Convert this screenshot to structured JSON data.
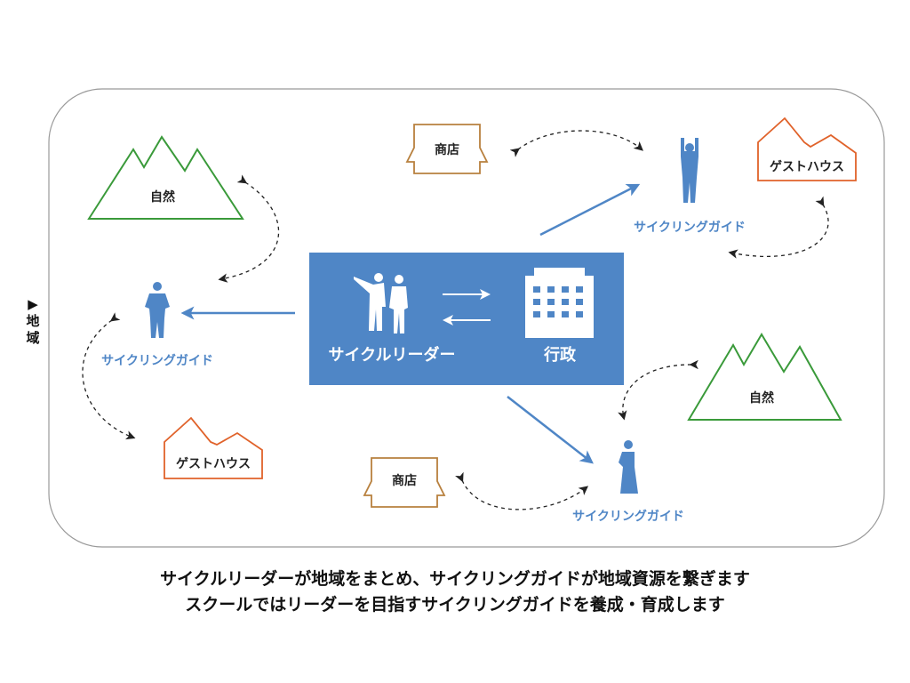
{
  "region_label": "▶地域",
  "center": {
    "leader_label": "サイクルリーダー",
    "government_label": "行政"
  },
  "nodes": {
    "nature_top_left": "自然",
    "nature_right": "自然",
    "shop_top": "商店",
    "shop_bottom": "商店",
    "guesthouse_top_right": "ゲストハウス",
    "guesthouse_left": "ゲストハウス",
    "guide_left": "サイクリングガイド",
    "guide_top_right": "サイクリングガイド",
    "guide_bottom": "サイクリングガイド"
  },
  "caption": [
    "サイクルリーダーが地域をまとめ、サイクリングガイドが地域資源を繋ぎます",
    "スクールではリーダーを目指すサイクリングガイドを養成・育成します"
  ],
  "colors": {
    "blue": "#4F86C6",
    "green": "#3A9A3A",
    "orange": "#E0622A",
    "brown": "#B8803E"
  }
}
